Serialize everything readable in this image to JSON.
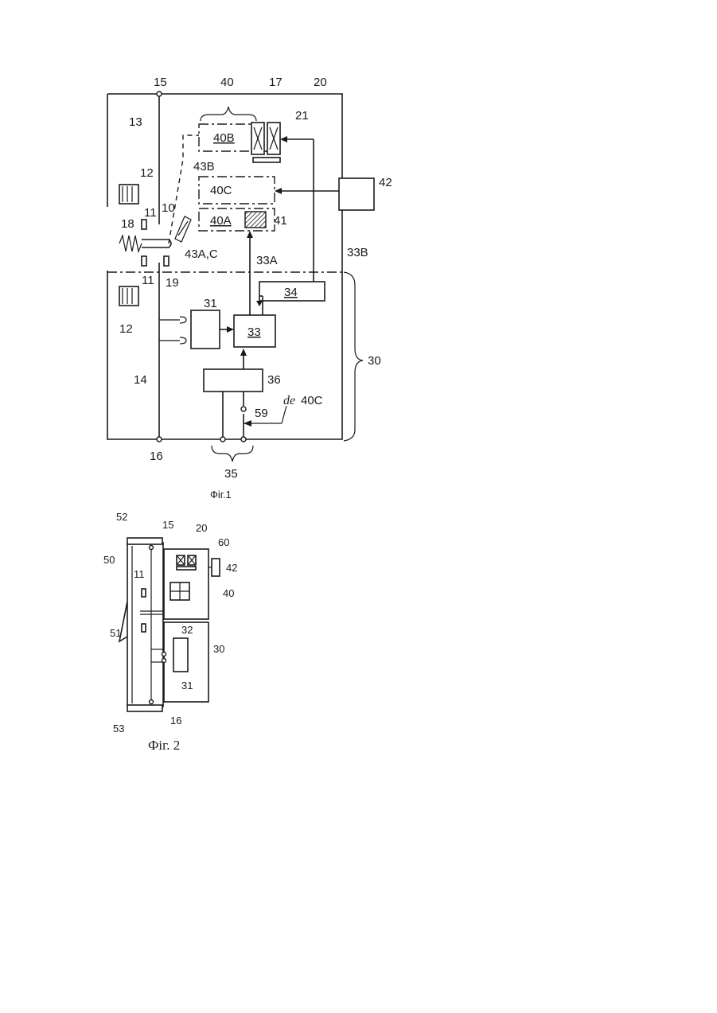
{
  "figure1": {
    "caption": "Фіг.1",
    "labels": {
      "n15": "15",
      "n40": "40",
      "n17": "17",
      "n20": "20",
      "n21": "21",
      "n13": "13",
      "b40B": "40B",
      "n43B": "43B",
      "n42": "42",
      "n12a": "12",
      "b40C": "40C",
      "n11a": "11",
      "n10": "10",
      "b40A": "40A",
      "n41": "41",
      "n18": "18",
      "n43AC": "43A,C",
      "n33A": "33A",
      "n33B": "33B",
      "n11b": "11",
      "n19": "19",
      "b34": "34",
      "n12b": "12",
      "n31": "31",
      "b33": "33",
      "n30": "30",
      "n14": "14",
      "n36": "36",
      "n59": "59",
      "de": "de",
      "de40C": "40C",
      "n16": "16",
      "n35": "35"
    }
  },
  "figure2": {
    "caption": "Фіг. 2",
    "labels": {
      "n52": "52",
      "n15": "15",
      "n20": "20",
      "n60": "60",
      "n50": "50",
      "n42": "42",
      "n11": "11",
      "n40": "40",
      "n51": "51",
      "n32": "32",
      "n30": "30",
      "n31": "31",
      "n53": "53",
      "n16": "16"
    }
  }
}
